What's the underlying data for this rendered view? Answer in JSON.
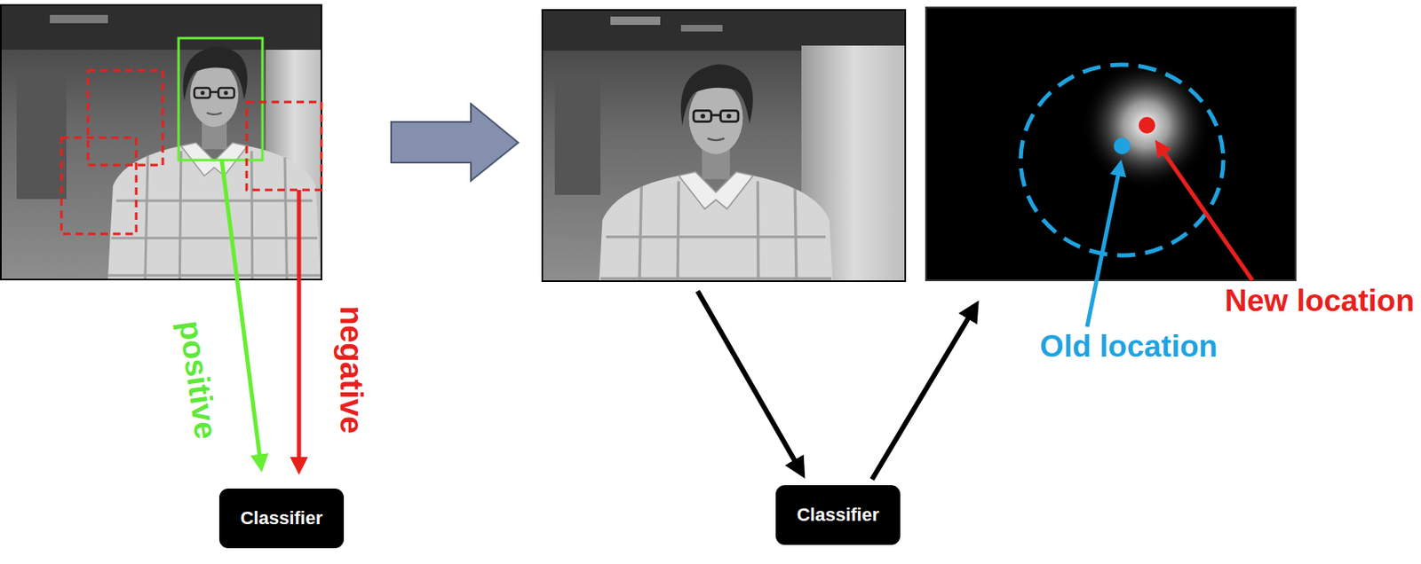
{
  "diagram": {
    "nodes": [
      {
        "text": [
          "Classifier"
        ]
      },
      {
        "text": [
          "Classifier"
        ]
      }
    ],
    "labels": [
      "positive",
      "negative",
      "New location",
      "Old location"
    ]
  }
}
